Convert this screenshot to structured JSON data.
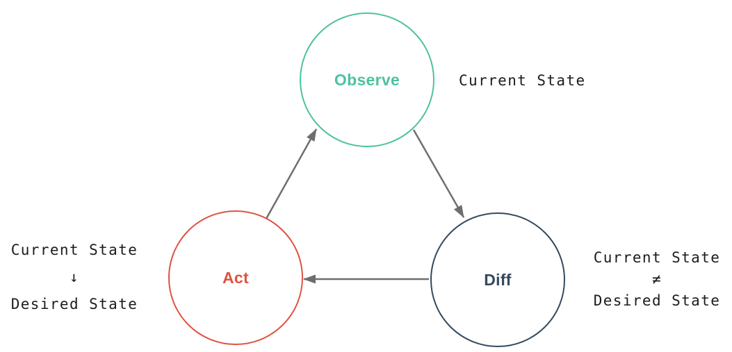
{
  "nodes": [
    {
      "id": "observe",
      "label": "Observe",
      "color": "#4dc2a0"
    },
    {
      "id": "act",
      "label": "Act",
      "color": "#de5342"
    },
    {
      "id": "diff",
      "label": "Diff",
      "color": "#33495e"
    }
  ],
  "annotations": {
    "observe": {
      "line1": "Current State"
    },
    "act": {
      "line1": "Current State",
      "line2": "↓",
      "line3": "Desired State"
    },
    "diff": {
      "line1": "Current State",
      "line2": "≠",
      "line3": "Desired State"
    }
  },
  "arrows": {
    "color": "#6e6e6e",
    "items": [
      {
        "from": "act",
        "to": "observe"
      },
      {
        "from": "observe",
        "to": "diff"
      },
      {
        "from": "diff",
        "to": "act"
      }
    ]
  },
  "text_color": "#1c1c1c",
  "background": "#ffffff"
}
